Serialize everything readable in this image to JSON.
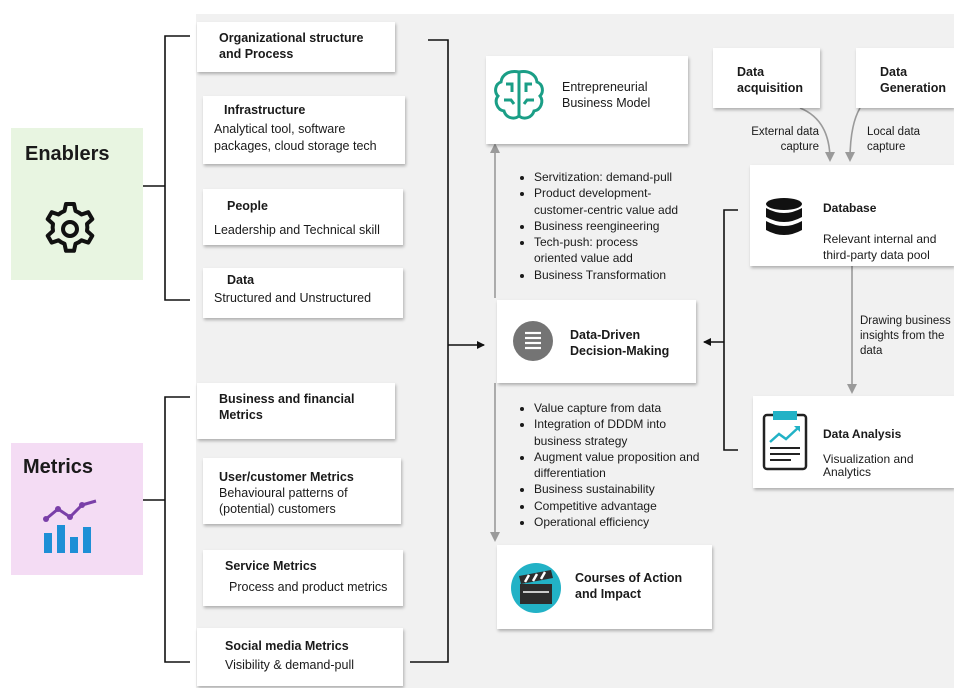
{
  "enablers": {
    "title": "Enablers",
    "icon": "gear-icon",
    "color": "#e8f5e1",
    "items": [
      {
        "title": "Organizational structure",
        "title2": "and Process",
        "desc": ""
      },
      {
        "title": "Infrastructure",
        "desc": "Analytical tool, software",
        "desc2": "packages, cloud storage tech"
      },
      {
        "title": "People",
        "desc": "Leadership and Technical skill"
      },
      {
        "title": "Data",
        "desc": "Structured and Unstructured"
      }
    ]
  },
  "metrics": {
    "title": "Metrics",
    "icon": "bar-chart-icon",
    "color": "#f4dcf4",
    "items": [
      {
        "title": "Business and financial",
        "title2": "Metrics"
      },
      {
        "title": "User/customer Metrics",
        "desc": "Behavioural patterns of",
        "desc2": "(potential) customers"
      },
      {
        "title": "Service Metrics",
        "desc": "Process and product metrics"
      },
      {
        "title": "Social media Metrics",
        "desc": "Visibility & demand-pull"
      }
    ]
  },
  "center": {
    "ebm": {
      "line1": "Entrepreneurial",
      "line2": "Business Model",
      "icon": "brain-circuit-icon"
    },
    "dddm": {
      "line1": "Data-Driven",
      "line2": "Decision-Making",
      "icon": "list-icon"
    },
    "coa": {
      "line1": "Courses of Action",
      "line2": "and Impact",
      "icon": "clapperboard-icon"
    },
    "upper_bullets": [
      "Servitization: demand-pull",
      "Product development-",
      "customer-centric value add",
      "Business reengineering",
      "Tech-push: process",
      "oriented value add",
      "Business Transformation"
    ],
    "lower_bullets": [
      "Value capture from data",
      "Integration of DDDM into",
      "business strategy",
      "Augment value proposition and",
      "differentiation",
      "Business sustainability",
      "Competitive advantage",
      "Operational efficiency"
    ]
  },
  "right": {
    "acq": {
      "line1": "Data",
      "line2": "acquisition"
    },
    "gen": {
      "line1": "Data",
      "line2": "Generation"
    },
    "ext": {
      "line1": "External data",
      "line2": "capture"
    },
    "loc": {
      "line1": "Local data",
      "line2": "capture"
    },
    "db": {
      "title": "Database",
      "line1": "Relevant internal and",
      "line2": "third-party data pool",
      "icon": "database-icon"
    },
    "drawing": {
      "line1": "Drawing business",
      "line2": "insights from the",
      "line3": "data"
    },
    "da": {
      "title": "Data Analysis",
      "line1": "Visualization and",
      "line2": "Analytics",
      "icon": "report-chart-icon"
    }
  }
}
